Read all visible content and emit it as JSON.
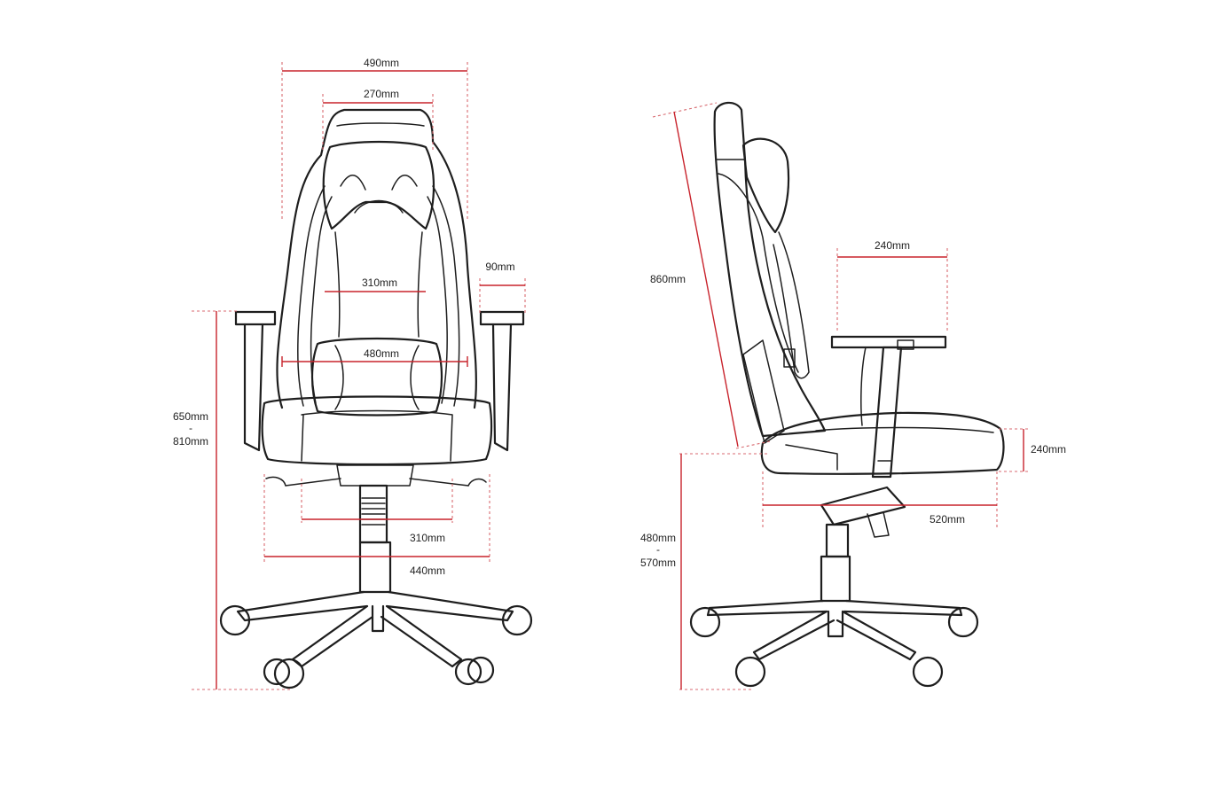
{
  "colors": {
    "chart_line": "#1e1e1e",
    "dimension_line": "#c8232c",
    "background": "#ffffff"
  },
  "front_view": {
    "overall_width": "490mm",
    "headrest_width": "270mm",
    "backrest_width": "310mm",
    "lumbar_width": "480mm",
    "armrest_width": "90mm",
    "armrest_height_min": "650mm",
    "armrest_height_sep": "-",
    "armrest_height_max": "810mm",
    "base_inner_width": "310mm",
    "base_outer_width": "440mm"
  },
  "side_view": {
    "backrest_height": "860mm",
    "armrest_length": "240mm",
    "seat_thickness": "240mm",
    "seat_depth": "520mm",
    "seat_height_min": "480mm",
    "seat_height_sep": "-",
    "seat_height_max": "570mm"
  }
}
